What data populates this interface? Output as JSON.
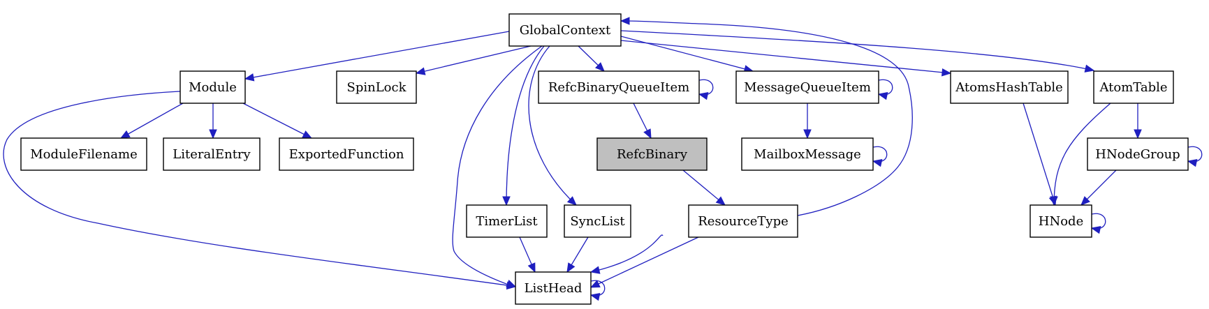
{
  "diagram": {
    "nodes": [
      {
        "id": "GlobalContext",
        "label": "GlobalContext",
        "highlight": false
      },
      {
        "id": "Module",
        "label": "Module",
        "highlight": false
      },
      {
        "id": "SpinLock",
        "label": "SpinLock",
        "highlight": false
      },
      {
        "id": "RefcBinaryQueueItem",
        "label": "RefcBinaryQueueItem",
        "highlight": false
      },
      {
        "id": "MessageQueueItem",
        "label": "MessageQueueItem",
        "highlight": false
      },
      {
        "id": "AtomsHashTable",
        "label": "AtomsHashTable",
        "highlight": false
      },
      {
        "id": "AtomTable",
        "label": "AtomTable",
        "highlight": false
      },
      {
        "id": "ModuleFilename",
        "label": "ModuleFilename",
        "highlight": false
      },
      {
        "id": "LiteralEntry",
        "label": "LiteralEntry",
        "highlight": false
      },
      {
        "id": "ExportedFunction",
        "label": "ExportedFunction",
        "highlight": false
      },
      {
        "id": "RefcBinary",
        "label": "RefcBinary",
        "highlight": true
      },
      {
        "id": "MailboxMessage",
        "label": "MailboxMessage",
        "highlight": false
      },
      {
        "id": "HNodeGroup",
        "label": "HNodeGroup",
        "highlight": false
      },
      {
        "id": "TimerList",
        "label": "TimerList",
        "highlight": false
      },
      {
        "id": "SyncList",
        "label": "SyncList",
        "highlight": false
      },
      {
        "id": "ResourceType",
        "label": "ResourceType",
        "highlight": false
      },
      {
        "id": "HNode",
        "label": "HNode",
        "highlight": false
      },
      {
        "id": "ListHead",
        "label": "ListHead",
        "highlight": false
      }
    ],
    "edges": [
      {
        "from": "GlobalContext",
        "to": "Module"
      },
      {
        "from": "GlobalContext",
        "to": "SpinLock"
      },
      {
        "from": "GlobalContext",
        "to": "RefcBinaryQueueItem"
      },
      {
        "from": "GlobalContext",
        "to": "MessageQueueItem"
      },
      {
        "from": "GlobalContext",
        "to": "AtomsHashTable"
      },
      {
        "from": "GlobalContext",
        "to": "AtomTable"
      },
      {
        "from": "GlobalContext",
        "to": "TimerList"
      },
      {
        "from": "GlobalContext",
        "to": "SyncList"
      },
      {
        "from": "GlobalContext",
        "to": "ListHead"
      },
      {
        "from": "Module",
        "to": "ModuleFilename"
      },
      {
        "from": "Module",
        "to": "LiteralEntry"
      },
      {
        "from": "Module",
        "to": "ExportedFunction"
      },
      {
        "from": "Module",
        "to": "ListHead"
      },
      {
        "from": "RefcBinaryQueueItem",
        "to": "RefcBinaryQueueItem"
      },
      {
        "from": "RefcBinaryQueueItem",
        "to": "RefcBinary"
      },
      {
        "from": "MessageQueueItem",
        "to": "MessageQueueItem"
      },
      {
        "from": "MessageQueueItem",
        "to": "MailboxMessage"
      },
      {
        "from": "MailboxMessage",
        "to": "MailboxMessage"
      },
      {
        "from": "RefcBinary",
        "to": "ResourceType"
      },
      {
        "from": "RefcBinary",
        "to": "ListHead"
      },
      {
        "from": "ResourceType",
        "to": "GlobalContext"
      },
      {
        "from": "ResourceType",
        "to": "ListHead"
      },
      {
        "from": "TimerList",
        "to": "ListHead"
      },
      {
        "from": "SyncList",
        "to": "ListHead"
      },
      {
        "from": "ListHead",
        "to": "ListHead"
      },
      {
        "from": "AtomsHashTable",
        "to": "HNode"
      },
      {
        "from": "AtomTable",
        "to": "HNodeGroup"
      },
      {
        "from": "AtomTable",
        "to": "HNode"
      },
      {
        "from": "HNodeGroup",
        "to": "HNodeGroup"
      },
      {
        "from": "HNodeGroup",
        "to": "HNode"
      },
      {
        "from": "HNode",
        "to": "HNode"
      }
    ],
    "colors": {
      "edge": "#1f1fbf",
      "highlight_fill": "#bfbfbf",
      "node_fill": "#ffffff",
      "node_stroke": "#000000"
    }
  }
}
